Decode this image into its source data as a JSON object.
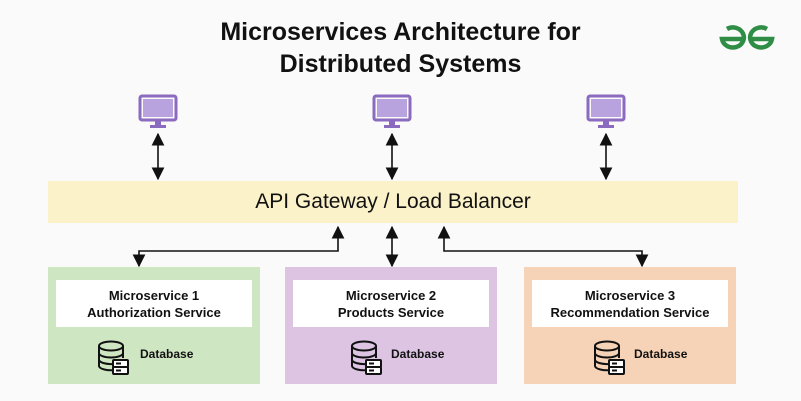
{
  "title": {
    "line1": "Microservices Architecture for",
    "line2": "Distributed Systems"
  },
  "logo": {
    "icon": "geeksforgeeks-logo",
    "color": "#2f8d46"
  },
  "gateway": {
    "label": "API Gateway / Load Balancer",
    "color": "#fbf2c9"
  },
  "clients": [
    {
      "icon": "monitor-icon"
    },
    {
      "icon": "monitor-icon"
    },
    {
      "icon": "monitor-icon"
    }
  ],
  "services": [
    {
      "name": "Microservice 1",
      "desc": "Authorization Service",
      "db_label": "Database",
      "color": "#cfe6c3"
    },
    {
      "name": "Microservice 2",
      "desc": "Products Service",
      "db_label": "Database",
      "color": "#dcc4e2"
    },
    {
      "name": "Microservice 3",
      "desc": "Recommendation Service",
      "db_label": "Database",
      "color": "#f6d3b6"
    }
  ],
  "colors": {
    "monitor": "#8a6bbf",
    "arrow": "#111111"
  }
}
